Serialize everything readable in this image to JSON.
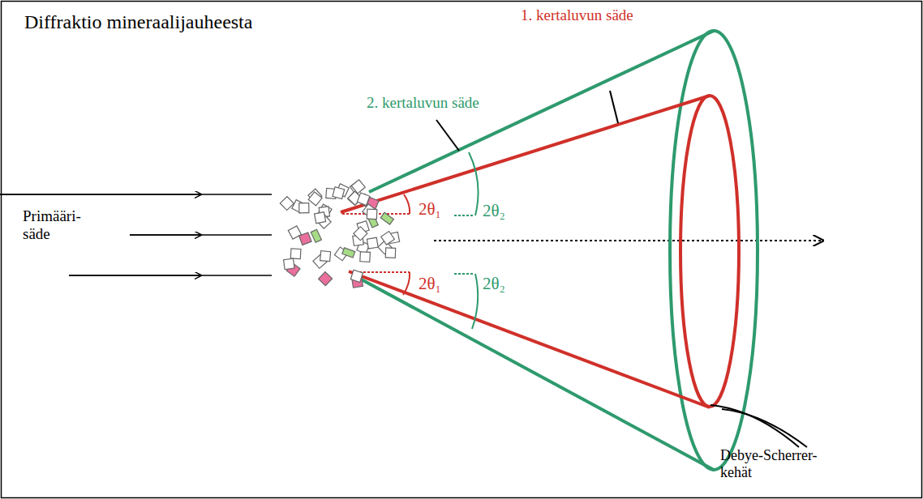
{
  "diagram": {
    "title": "Diffraktio mineraalijauheesta",
    "labels": [
      "1. kertaluvun säde",
      "2. kertaluvun säde",
      "2θ₁",
      "2θ₂",
      "Primääri- säde",
      "2θ₁",
      "2θ₂",
      "Debye-Scherrer- kehät"
    ]
  }
}
